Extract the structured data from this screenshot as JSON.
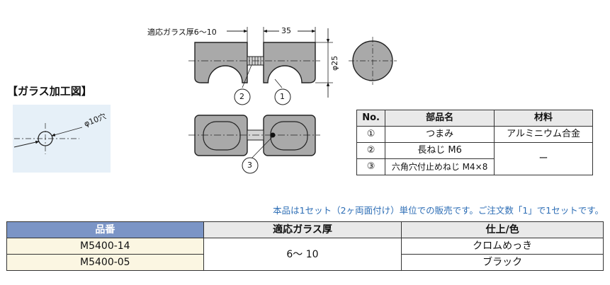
{
  "glass_processing": {
    "title": "【ガラス加工図】",
    "hole_label": "φ10穴"
  },
  "drawing": {
    "thickness_label": "適応ガラス厚6～10",
    "width_label": "35",
    "diameter_label": "φ25",
    "callouts": [
      "2",
      "1",
      "3"
    ]
  },
  "parts_table": {
    "headers": [
      "No.",
      "部品名",
      "材料"
    ],
    "rows": [
      {
        "no": "①",
        "name": "つまみ",
        "material": "アルミニウム合金"
      },
      {
        "no": "②",
        "name": "長ねじ M6",
        "material": "ー"
      },
      {
        "no": "③",
        "name": "六角穴付止めねじ M4×8"
      }
    ]
  },
  "note": "本品は1セット（2ヶ両面付け）単位での販売です。ご注文数「1」で1セットです。",
  "product_table": {
    "headers": [
      "品番",
      "適応ガラス厚",
      "仕上/色"
    ],
    "thickness": "6～ 10",
    "rows": [
      {
        "code": "M5400-14",
        "finish": "クロムめっき"
      },
      {
        "code": "M5400-05",
        "finish": "ブラック"
      }
    ]
  }
}
